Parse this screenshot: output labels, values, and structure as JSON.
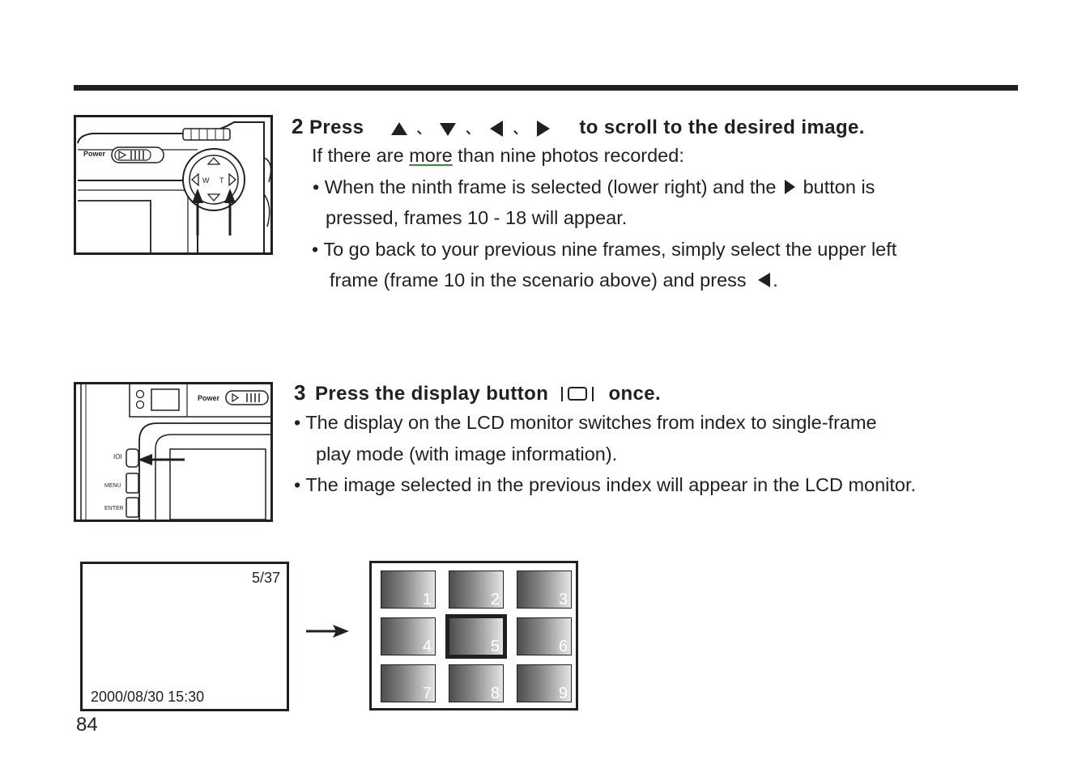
{
  "step2": {
    "number": "2",
    "press": "Press",
    "sep": "、",
    "tail": "to scroll to the desired image.",
    "line1_pre": "If there are ",
    "line1_link": "more",
    "line1_post": " than nine photos recorded:",
    "bullet1_a": "• When the ninth frame is selected (lower right) and the",
    "bullet1_b": "button is",
    "bullet1_c": "pressed, frames 10 - 18 will appear.",
    "bullet2_a": "• To go back to your previous nine frames, simply select the upper left",
    "bullet2_b": "frame (frame 10 in the scenario above) and press",
    "bullet2_end": "."
  },
  "step3": {
    "number": "3",
    "head_a": "Press the display button",
    "head_b": "once.",
    "bullet1_a": "•  The display on the LCD monitor switches from index to single-frame",
    "bullet1_b": "play mode (with image information).",
    "bullet2": "•   The image selected in the previous index will appear in the LCD monitor."
  },
  "camera1": {
    "power_label": "Power",
    "w_label": "W",
    "t_label": "T"
  },
  "camera2": {
    "power_label": "Power",
    "display_label": "IOI",
    "menu_label": "MENU",
    "enter_label": "ENTER"
  },
  "lcd": {
    "counter": "5/37",
    "datetime": "2000/08/30 15:30"
  },
  "index_grid": {
    "frames": [
      "1",
      "2",
      "3",
      "4",
      "5",
      "6",
      "7",
      "8",
      "9"
    ],
    "selected": "5"
  },
  "page_number": "84",
  "icons": {
    "up": "triangle-up-icon",
    "down": "triangle-down-icon",
    "left": "triangle-left-icon",
    "right": "triangle-right-icon",
    "display": "display-button-icon",
    "arrow": "arrow-right-icon"
  },
  "colors": {
    "ink": "#231f20",
    "link_underline": "#3a8a3a"
  }
}
